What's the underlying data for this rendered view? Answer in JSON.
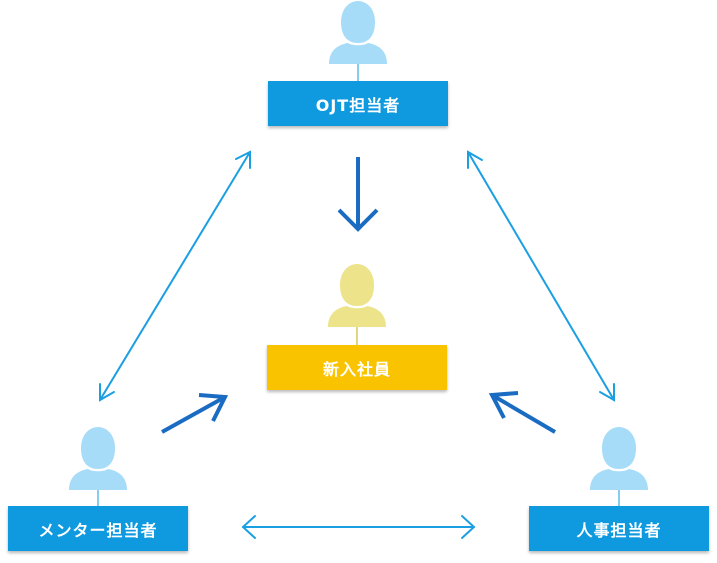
{
  "nodes": {
    "ojt": {
      "label": "OJT担当者"
    },
    "new": {
      "label": "新入社員"
    },
    "mentor": {
      "label": "メンター担当者"
    },
    "hr": {
      "label": "人事担当者"
    }
  },
  "colors": {
    "blue_box": "#0f9ae0",
    "yellow_box": "#fac300",
    "person_blue": "#a7dcf8",
    "person_yellow": "#ece38a",
    "connector_blue": "#5cbdeb",
    "connector_yellow": "#d6c955",
    "arrow_light": "#1b9fe3",
    "arrow_dark": "#1a6bc2"
  },
  "icons": [
    "person-icon"
  ]
}
